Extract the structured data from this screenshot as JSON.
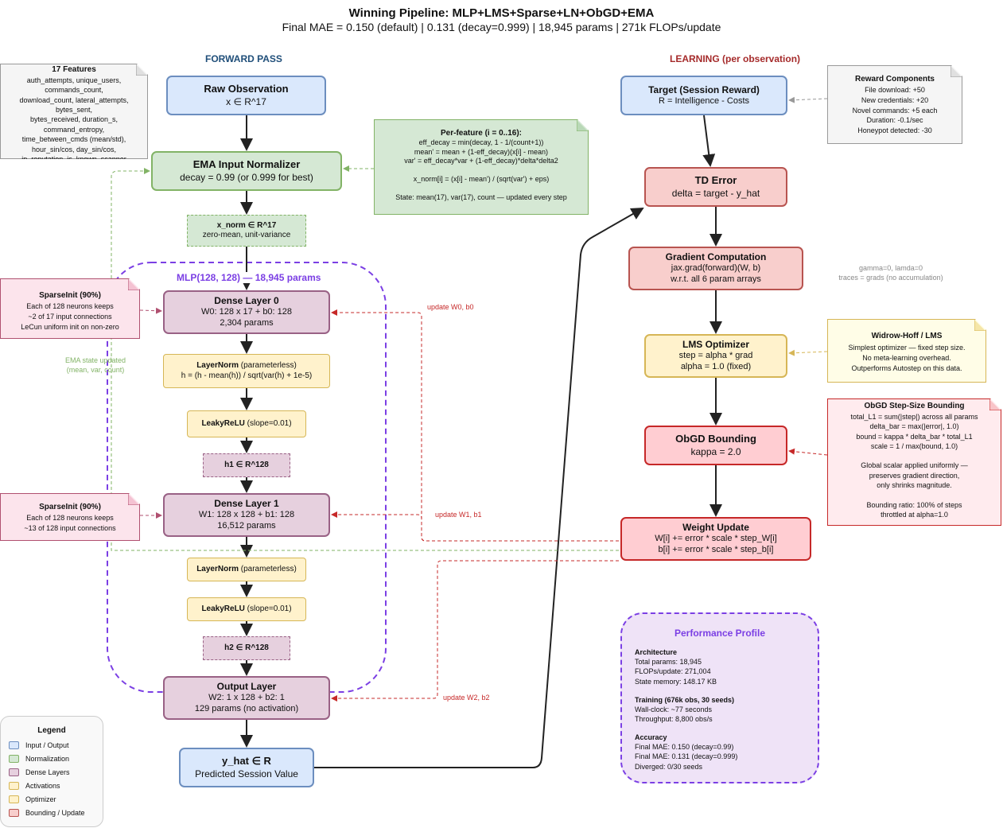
{
  "title": "Winning Pipeline: MLP+LMS+Sparse+LN+ObGD+EMA",
  "subtitle": "Final MAE = 0.150 (default) | 0.131 (decay=0.999) | 18,945 params | 271k FLOPs/update",
  "forward_header": "FORWARD PASS",
  "learning_header": "LEARNING (per observation)",
  "features_note": {
    "title": "17 Features",
    "lines": [
      "auth_attempts, unique_users,",
      "commands_count,",
      "download_count, lateral_attempts,",
      "bytes_sent,",
      "bytes_received, duration_s,",
      "command_entropy,",
      "time_between_cmds (mean/std),",
      "hour_sin/cos, day_sin/cos,",
      "ip_reputation, is_known_scanner"
    ]
  },
  "raw_obs": {
    "title": "Raw Observation",
    "sub": "x ∈ R^17"
  },
  "ema": {
    "title": "EMA Input Normalizer",
    "sub": "decay = 0.99 (or 0.999 for best)"
  },
  "perfeature_note": {
    "title": "Per-feature (i = 0..16):",
    "lines": [
      "eff_decay = min(decay, 1 - 1/(count+1))",
      "mean' = mean + (1-eff_decay)(x[i] - mean)",
      "var' = eff_decay*var + (1-eff_decay)*delta*delta2",
      "",
      "x_norm[i] = (x[i] - mean') / (sqrt(var') + eps)",
      "",
      "State: mean(17), var(17), count — updated every step"
    ]
  },
  "xnorm": {
    "title": "x_norm ∈ R^17",
    "sub": "zero-mean, unit-variance"
  },
  "mlp_label": "MLP(128, 128) — 18,945 params",
  "sparse0_note": {
    "title": "SparseInit (90%)",
    "lines": [
      "Each of 128 neurons keeps",
      "~2 of 17 input connections",
      "LeCun uniform init on non-zero"
    ]
  },
  "dense0": {
    "title": "Dense Layer 0",
    "sub1": "W0: 128 x 17 + b0: 128",
    "sub2": "2,304 params"
  },
  "ema_state_label": [
    "EMA state updated",
    "(mean, var, count)"
  ],
  "ln1": {
    "title": "LayerNorm",
    "tail": " (parameterless)",
    "sub": "h = (h - mean(h)) / sqrt(var(h) + 1e-5)"
  },
  "relu1": {
    "title": "LeakyReLU",
    "tail": " (slope=0.01)"
  },
  "h1": "h1 ∈ R^128",
  "sparse1_note": {
    "title": "SparseInit (90%)",
    "lines": [
      "Each of 128 neurons keeps",
      "~13 of 128 input connections"
    ]
  },
  "dense1": {
    "title": "Dense Layer 1",
    "sub1": "W1: 128 x 128 + b1: 128",
    "sub2": "16,512 params"
  },
  "ln2": {
    "title": "LayerNorm",
    "tail": " (parameterless)"
  },
  "relu2": {
    "title": "LeakyReLU",
    "tail": " (slope=0.01)"
  },
  "h2": "h2 ∈ R^128",
  "output": {
    "title": "Output Layer",
    "sub1": "W2: 1 x 128 + b2: 1",
    "sub2": "129 params (no activation)"
  },
  "yhat": {
    "title": "y_hat ∈ R",
    "sub": "Predicted Session Value"
  },
  "target": {
    "title": "Target (Session Reward)",
    "sub": "R = Intelligence - Costs"
  },
  "reward_note": {
    "title": "Reward Components",
    "lines": [
      "File download: +50",
      "New credentials: +20",
      "Novel commands: +5 each",
      "Duration: -0.1/sec",
      "Honeypot detected: -30"
    ]
  },
  "td": {
    "title": "TD Error",
    "sub": "delta = target - y_hat"
  },
  "grad": {
    "title": "Gradient Computation",
    "sub1": "jax.grad(forward)(W, b)",
    "sub2": "w.r.t. all 6 param arrays"
  },
  "gamma_label": [
    "gamma=0, lamda=0",
    "traces = grads (no accumulation)"
  ],
  "lms": {
    "title": "LMS Optimizer",
    "sub1": "step = alpha * grad",
    "sub2": "alpha = 1.0 (fixed)"
  },
  "widrow_note": {
    "title": "Widrow-Hoff / LMS",
    "lines": [
      "Simplest optimizer — fixed step size.",
      "No meta-learning overhead.",
      "Outperforms Autostep on this data."
    ]
  },
  "obgd": {
    "title": "ObGD Bounding",
    "sub": "kappa = 2.0"
  },
  "obgd_note": {
    "title": "ObGD Step-Size Bounding",
    "lines": [
      "total_L1 = sum(|step|) across all params",
      "delta_bar = max(|error|, 1.0)",
      "bound = kappa * delta_bar * total_L1",
      "scale = 1 / max(bound, 1.0)",
      "",
      "Global scalar applied uniformly —",
      "preserves gradient direction,",
      "only shrinks magnitude.",
      "",
      "Bounding ratio: 100% of steps",
      "throttled at alpha=1.0"
    ]
  },
  "wupdate": {
    "title": "Weight Update",
    "sub1": "W[i] += error * scale * step_W[i]",
    "sub2": "b[i] += error * scale * step_b[i]"
  },
  "update_labels": {
    "w0": "update W0, b0",
    "w1": "update W1, b1",
    "w2": "update W2, b2"
  },
  "perf": {
    "title": "Performance Profile",
    "arch_title": "Architecture",
    "arch": [
      "Total params: 18,945",
      "FLOPs/update: 271,004",
      "State memory: 148.17 KB"
    ],
    "train_title": "Training (676k obs, 30 seeds)",
    "train": [
      "Wall-clock: ~77 seconds",
      "Throughput: 8,800 obs/s"
    ],
    "acc_title": "Accuracy",
    "acc": [
      "Final MAE: 0.150 (decay=0.99)",
      "Final MAE: 0.131 (decay=0.999)",
      "Diverged: 0/30 seeds"
    ]
  },
  "legend": {
    "title": "Legend",
    "items": [
      {
        "label": "Input / Output",
        "fill": "#dae8fc",
        "stroke": "#6c8ebf"
      },
      {
        "label": "Normalization",
        "fill": "#d5e8d4",
        "stroke": "#82b366"
      },
      {
        "label": "Dense Layers",
        "fill": "#e6d0de",
        "stroke": "#996185"
      },
      {
        "label": "Activations",
        "fill": "#fff2cc",
        "stroke": "#d6b656"
      },
      {
        "label": "Optimizer",
        "fill": "#fff2cc",
        "stroke": "#d6b656"
      },
      {
        "label": "Bounding / Update",
        "fill": "#f8cecc",
        "stroke": "#b85450"
      }
    ]
  },
  "colors": {
    "forward": "#1f4e79",
    "learning": "#a52a2a",
    "mlp": "#7b3fe4",
    "update": "#c62828",
    "ema": "#82b366"
  }
}
